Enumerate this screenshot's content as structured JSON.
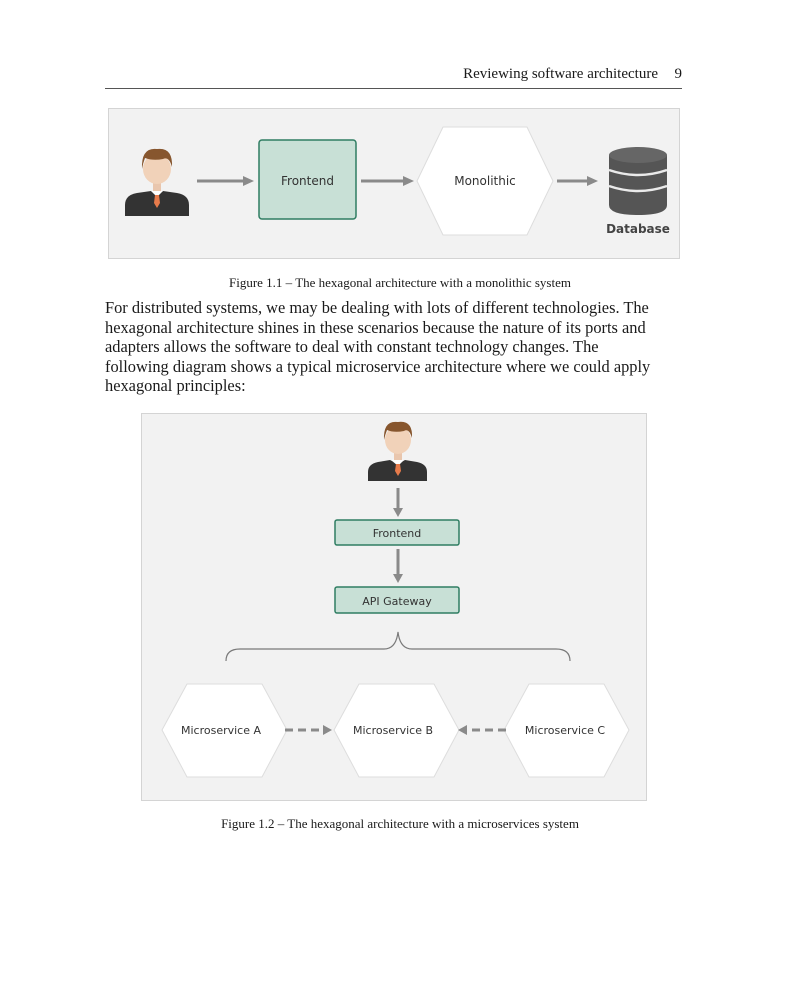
{
  "header": {
    "title": "Reviewing software architecture",
    "page_number": "9"
  },
  "figure1": {
    "nodes": {
      "frontend": "Frontend",
      "monolithic": "Monolithic",
      "database": "Database"
    },
    "caption": "Figure 1.1 – The hexagonal architecture with a monolithic system"
  },
  "body": {
    "paragraph": "For distributed systems, we may be dealing with lots of different technologies. The hexagonal architecture shines in these scenarios because the nature of its ports and adapters allows the software to deal with constant technology changes. The following diagram shows a typical microservice architecture where we could apply hexagonal principles:"
  },
  "figure2": {
    "nodes": {
      "frontend": "Frontend",
      "api_gateway": "API Gateway",
      "microservice_a": "Microservice A",
      "microservice_b": "Microservice B",
      "microservice_c": "Microservice C"
    },
    "caption": "Figure 1.2 – The hexagonal architecture with a microservices system"
  },
  "colors": {
    "panel": "#f2f2f2",
    "node_fill": "#c8e0d6",
    "node_border": "#2f7d62",
    "arrow": "#8a8a8a",
    "database": "#555555"
  }
}
